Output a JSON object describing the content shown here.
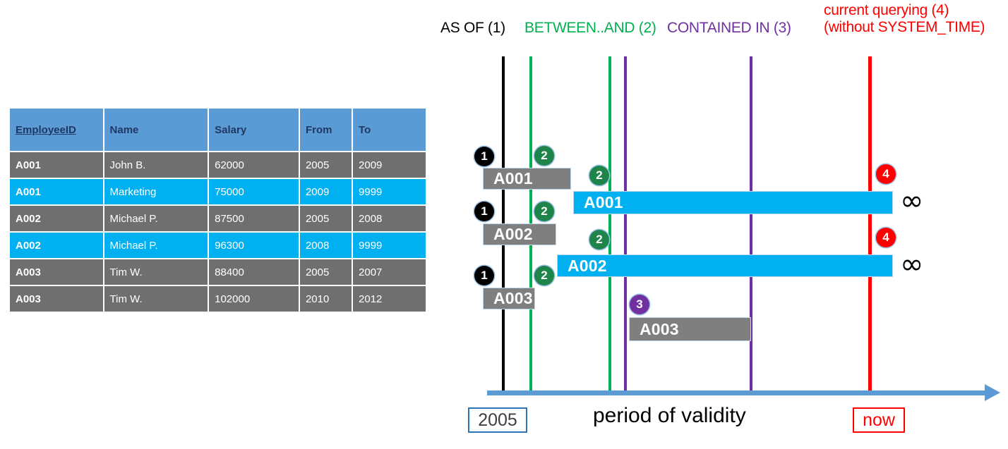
{
  "table": {
    "columns": [
      "EmployeeID",
      "Name",
      "Salary",
      "From",
      "To"
    ],
    "rows": [
      {
        "style": "gray",
        "id": "A001",
        "name": "John  B.",
        "salary": "62000",
        "from": "2005",
        "to": "2009"
      },
      {
        "style": "cyan",
        "id": "A001",
        "name": "Marketing",
        "salary": "75000",
        "from": "2009",
        "to": "9999"
      },
      {
        "style": "gray",
        "id": "A002",
        "name": "Michael P.",
        "salary": "87500",
        "from": "2005",
        "to": "2008"
      },
      {
        "style": "cyan",
        "id": "A002",
        "name": "Michael P.",
        "salary": "96300",
        "from": "2008",
        "to": "9999"
      },
      {
        "style": "gray",
        "id": "A003",
        "name": "Tim W.",
        "salary": "88400",
        "from": "2005",
        "to": "2007"
      },
      {
        "style": "gray",
        "id": "A003",
        "name": "Tim W.",
        "salary": "102000",
        "from": "2010",
        "to": "2012"
      }
    ]
  },
  "legend": {
    "as_of": "AS OF (1)",
    "between_and": "BETWEEN..AND (2)",
    "contained_in": "CONTAINED IN (3)",
    "current_line1": "current querying (4)",
    "current_line2": "(without SYSTEM_TIME)"
  },
  "colors": {
    "as_of": "#000000",
    "between_and": "#00B050",
    "contained_in": "#7030A0",
    "current": "#FF0000",
    "header_blue": "#5B9BD5",
    "row_gray": "#6F6F6F",
    "row_cyan": "#00B0F0",
    "axis_blue": "#5B9BD5"
  },
  "bars": [
    {
      "label": "A001",
      "style": "gray"
    },
    {
      "label": "A001",
      "style": "cyan"
    },
    {
      "label": "A002",
      "style": "gray"
    },
    {
      "label": "A002",
      "style": "cyan"
    },
    {
      "label": "A003",
      "style": "gray"
    },
    {
      "label": "A003",
      "style": "gray"
    }
  ],
  "badges": {
    "b1": "1",
    "b2": "2",
    "b3": "3",
    "b4": "4"
  },
  "infinity": "∞",
  "axis": {
    "start_label": "2005",
    "end_label": "now",
    "title": "period of validity"
  }
}
